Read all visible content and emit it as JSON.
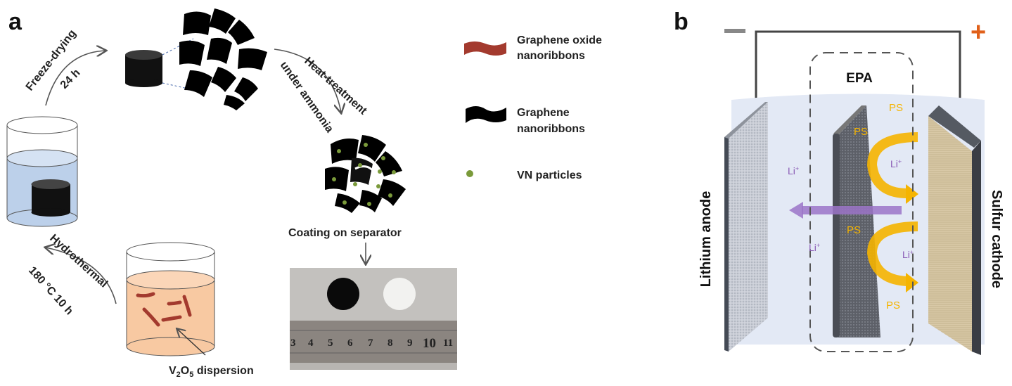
{
  "panel_a": {
    "label": "a",
    "freeze_drying": "Freeze-drying",
    "freeze_time": "24 h",
    "heat_treatment": "Heat-treatment",
    "under_ammonia": "under ammonia",
    "coating": "Coating on separator",
    "hydrothermal": "Hydrothermal",
    "hydro_conditions": "180 °C 10 h",
    "dispersion_prefix": "V",
    "dispersion_sub1": "2",
    "dispersion_mid": "O",
    "dispersion_sub2": "5",
    "dispersion_suffix": " dispersion",
    "ruler_ticks": [
      "3",
      "4",
      "5",
      "6",
      "7",
      "8",
      "9",
      "10",
      "11"
    ]
  },
  "legend": [
    {
      "line1": "Graphene oxide",
      "line2": "nanoribbons",
      "color": "#a33a2e"
    },
    {
      "line1": "Graphene",
      "line2": "nanoribbons",
      "color": "#000000"
    },
    {
      "line1": "VN particles",
      "line2": "",
      "color": "#7a9a3a"
    }
  ],
  "panel_b": {
    "label": "b",
    "minus": "−",
    "plus": "+",
    "epa": "EPA",
    "anode": "Lithium anode",
    "cathode": "Sulfur cathode",
    "ps": "PS",
    "li": "Li",
    "li_sup": "+",
    "colors": {
      "ps": "#f5b400",
      "li": "#8a5bb5",
      "plus": "#e0601a"
    }
  }
}
